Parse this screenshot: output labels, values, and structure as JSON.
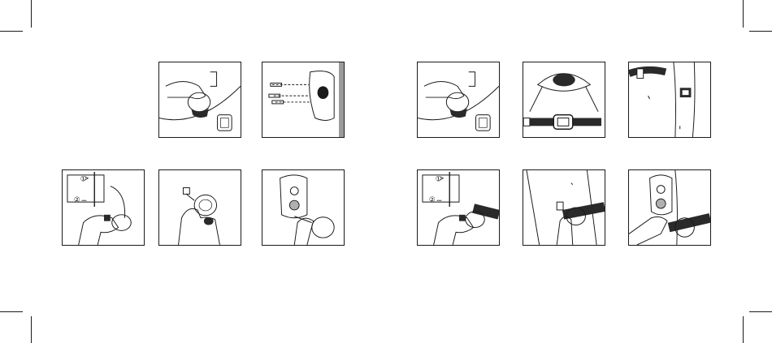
{
  "step_markers": {
    "first": "①",
    "second": "②"
  },
  "colors": {
    "line": "#1a1a1a",
    "strap": "#2a2a2a",
    "background": "#ffffff"
  },
  "panels": [
    {
      "id": "left-1",
      "icon": "hand-tightening-mount-icon"
    },
    {
      "id": "left-2",
      "icon": "screws-into-device-icon"
    },
    {
      "id": "left-3",
      "icon": "hand-steps-mount-icon"
    },
    {
      "id": "left-4",
      "icon": "hand-holding-mount-icon"
    },
    {
      "id": "left-5",
      "icon": "device-attached-mount-icon"
    },
    {
      "id": "right-1",
      "icon": "hand-tightening-mount-icon"
    },
    {
      "id": "right-2",
      "icon": "device-on-strap-icon"
    },
    {
      "id": "right-3",
      "icon": "strap-on-leg-icon"
    },
    {
      "id": "right-4",
      "icon": "hand-steps-strap-icon"
    },
    {
      "id": "right-5",
      "icon": "mount-on-leg-strap-icon"
    },
    {
      "id": "right-6",
      "icon": "device-on-leg-strap-icon"
    }
  ]
}
